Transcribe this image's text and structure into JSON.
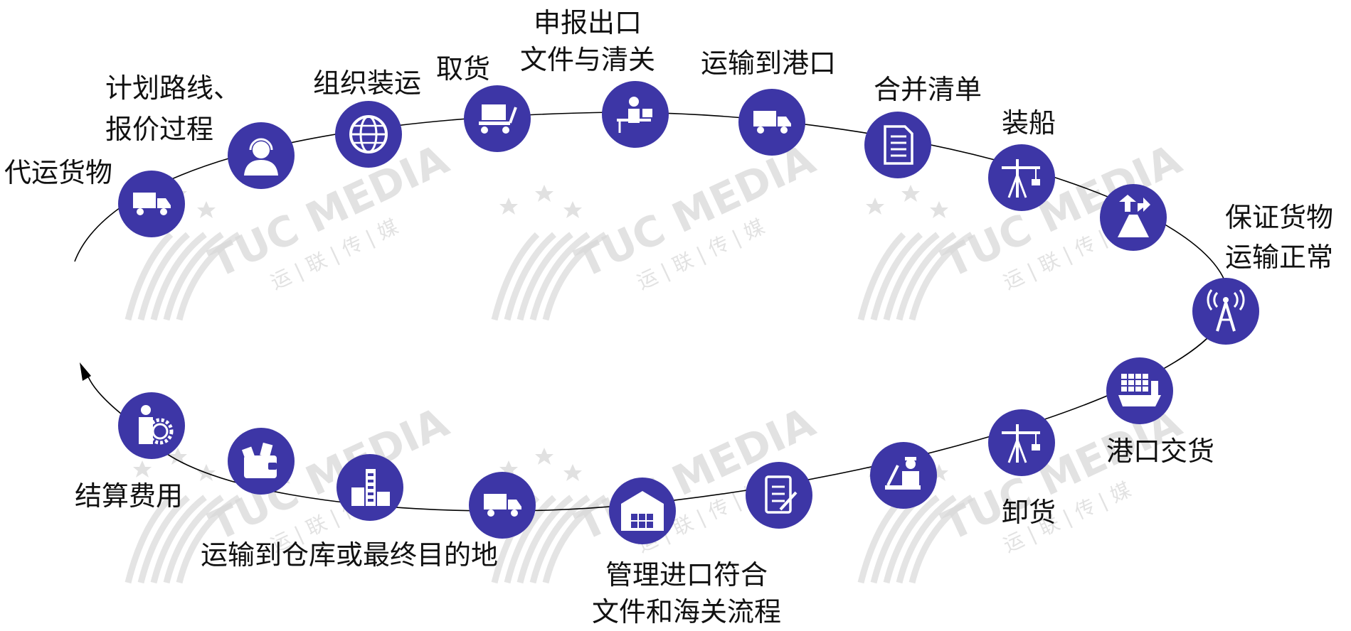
{
  "steps": [
    {
      "label": "代运货物",
      "icon": "truck-icon"
    },
    {
      "label": "计划路线、\n报价过程",
      "icon": "headset-agent-icon"
    },
    {
      "label": "组织装运",
      "icon": "globe-icon"
    },
    {
      "label": "取货",
      "icon": "cart-icon"
    },
    {
      "label": "申报出口\n文件与清关",
      "icon": "desk-worker-icon"
    },
    {
      "label": "运输到港口",
      "icon": "truck-icon"
    },
    {
      "label": "合并清单",
      "icon": "document-icon"
    },
    {
      "label": "装船",
      "icon": "crane-icon"
    },
    {
      "label": "",
      "icon": "road-arrows-icon"
    },
    {
      "label": "保证货物\n运输正常",
      "icon": "signal-tower-icon"
    },
    {
      "label": "港口交货",
      "icon": "container-ship-icon"
    },
    {
      "label": "卸货",
      "icon": "crane-icon"
    },
    {
      "label": "",
      "icon": "customs-officer-icon"
    },
    {
      "label": "",
      "icon": "form-icon"
    },
    {
      "label": "管理进口符合\n文件和海关流程",
      "icon": "warehouse-icon"
    },
    {
      "label": "",
      "icon": "truck-icon"
    },
    {
      "label": "运输到仓库或最终目的地",
      "icon": "city-buildings-icon"
    },
    {
      "label": "",
      "icon": "wallet-icon"
    },
    {
      "label": "结算费用",
      "icon": "businessman-gear-icon"
    }
  ],
  "watermark": {
    "brand": "TUC MEDIA",
    "sub": "运 | 联 | 传 | 媒"
  },
  "colors": {
    "node": "#3d36a6",
    "line": "#000000",
    "text": "#111111",
    "watermark": "#d9d9d9"
  }
}
